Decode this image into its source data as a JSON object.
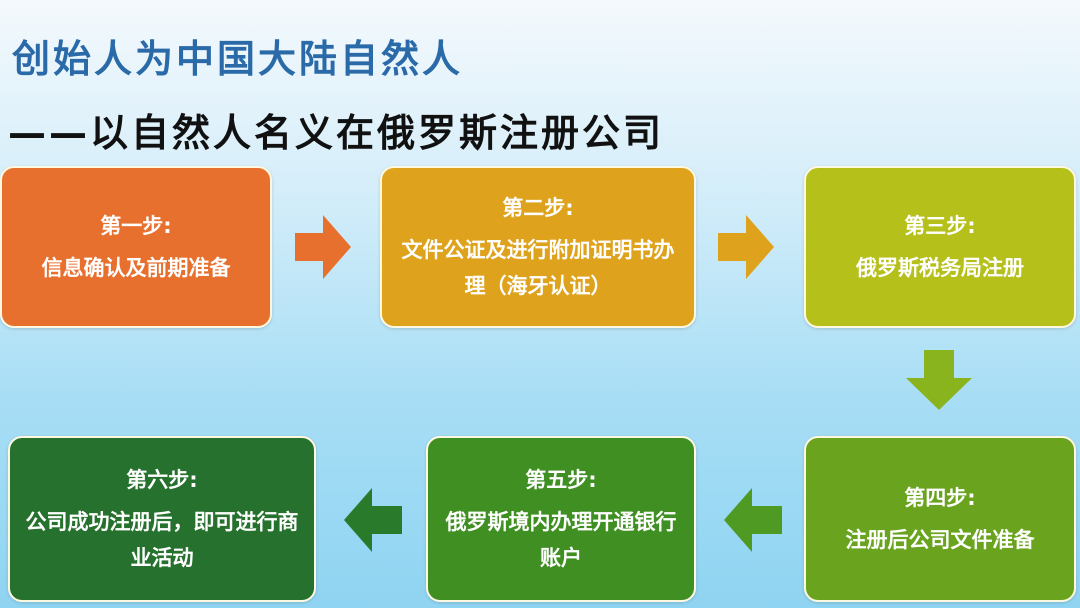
{
  "title": {
    "line1": "创始人为中国大陆自然人",
    "line2": "——以自然人名义在俄罗斯注册公司"
  },
  "steps": [
    {
      "label": "第一步:",
      "text": "信息确认及前期准备",
      "color": "#e8702e"
    },
    {
      "label": "第二步:",
      "text": "文件公证及进行附加证明书办理（海牙认证）",
      "color": "#dea21c"
    },
    {
      "label": "第三步:",
      "text": "俄罗斯税务局注册",
      "color": "#b5c01a"
    },
    {
      "label": "第四步:",
      "text": "注册后公司文件准备",
      "color": "#6aa41f"
    },
    {
      "label": "第五步:",
      "text": "俄罗斯境内办理开通银行账户",
      "color": "#3f8f22"
    },
    {
      "label": "第六步:",
      "text": "公司成功注册后，即可进行商业活动",
      "color": "#25712d"
    }
  ],
  "arrows": [
    {
      "direction": "right",
      "color": "#e8702e"
    },
    {
      "direction": "right",
      "color": "#dea21c"
    },
    {
      "direction": "down",
      "color": "#8ab41e"
    },
    {
      "direction": "left",
      "color": "#4f9a22"
    },
    {
      "direction": "left",
      "color": "#2a7a2c"
    }
  ]
}
